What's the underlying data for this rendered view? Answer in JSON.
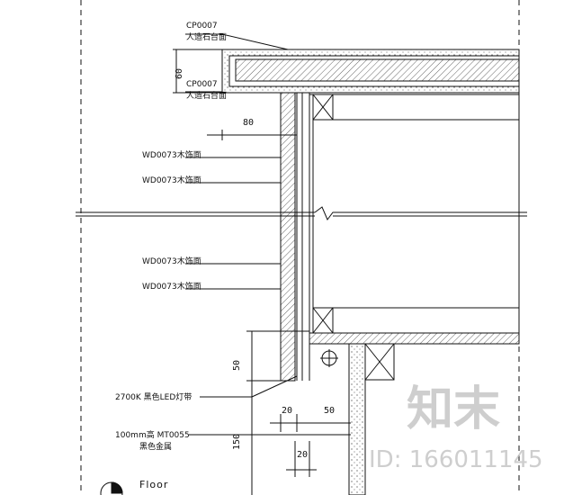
{
  "labels": {
    "stone_top_code": "CP0007",
    "stone_top_desc": "人造石台面",
    "stone_edge_code": "CP0007",
    "stone_edge_desc": "人造石台面",
    "veneer_1": "WD0073木饰面",
    "veneer_2": "WD0073木饰面",
    "veneer_3": "WD0073木饰面",
    "veneer_4": "WD0073木饰面",
    "led_strip": "2700K 黑色LED灯带",
    "metal_line1": "100mm高 MT0055",
    "metal_line2": "黑色金属",
    "floor": "Floor"
  },
  "dimensions": {
    "d60": "60",
    "d80": "80",
    "d50v": "50",
    "d20a": "20",
    "d50h": "50",
    "d150": "150",
    "d20b": "20"
  },
  "watermark": {
    "brand": "知末",
    "id_text": "ID: 166011145"
  },
  "colors": {
    "line": "#111111",
    "watermark": "#bdbdbd"
  }
}
